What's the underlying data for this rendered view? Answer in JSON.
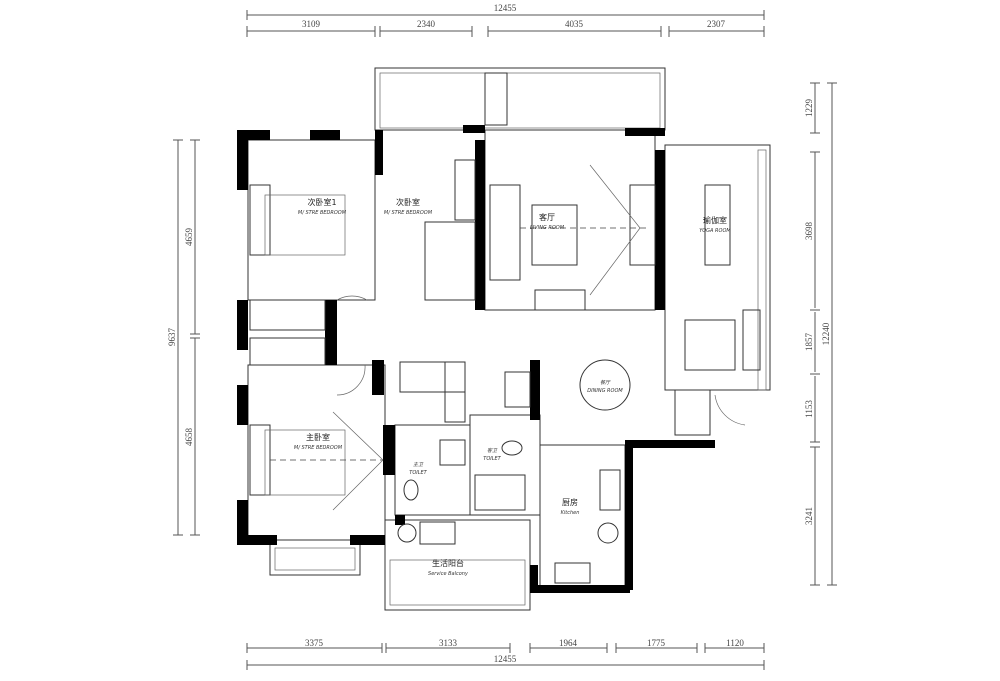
{
  "dimensions": {
    "top_total": "12455",
    "top_segments": [
      "3109",
      "2340",
      "4035",
      "2307"
    ],
    "bottom_segments": [
      "3375",
      "3133",
      "1964",
      "1775",
      "1120"
    ],
    "bottom_total": "12455",
    "left_total": "9637",
    "left_segments": [
      "4659",
      "4658"
    ],
    "right_segments": [
      "1229",
      "3698",
      "1857",
      "1153",
      "3241"
    ],
    "right_total": "12240"
  },
  "rooms": {
    "bedroom2": {
      "cn": "次卧室1",
      "en": "M/ STRE BEDROOM"
    },
    "bedroom3": {
      "cn": "次卧室",
      "en": "M/ STRE BEDROOM"
    },
    "living": {
      "cn": "客厅",
      "en": "LIVING ROOM"
    },
    "yoga": {
      "cn": "瑜伽室",
      "en": "YOGA ROOM"
    },
    "dining": {
      "cn": "餐厅",
      "en": "DINING ROOM"
    },
    "master": {
      "cn": "主卧室",
      "en": "M/ STRE BEDROOM"
    },
    "bath1": {
      "cn": "主卫",
      "en": "TOILET"
    },
    "bath2": {
      "cn": "客卫",
      "en": "TOILET"
    },
    "kitchen": {
      "cn": "厨房",
      "en": "Kitchen"
    },
    "service_balcony": {
      "cn": "生活阳台",
      "en": "Service Balcony"
    }
  }
}
